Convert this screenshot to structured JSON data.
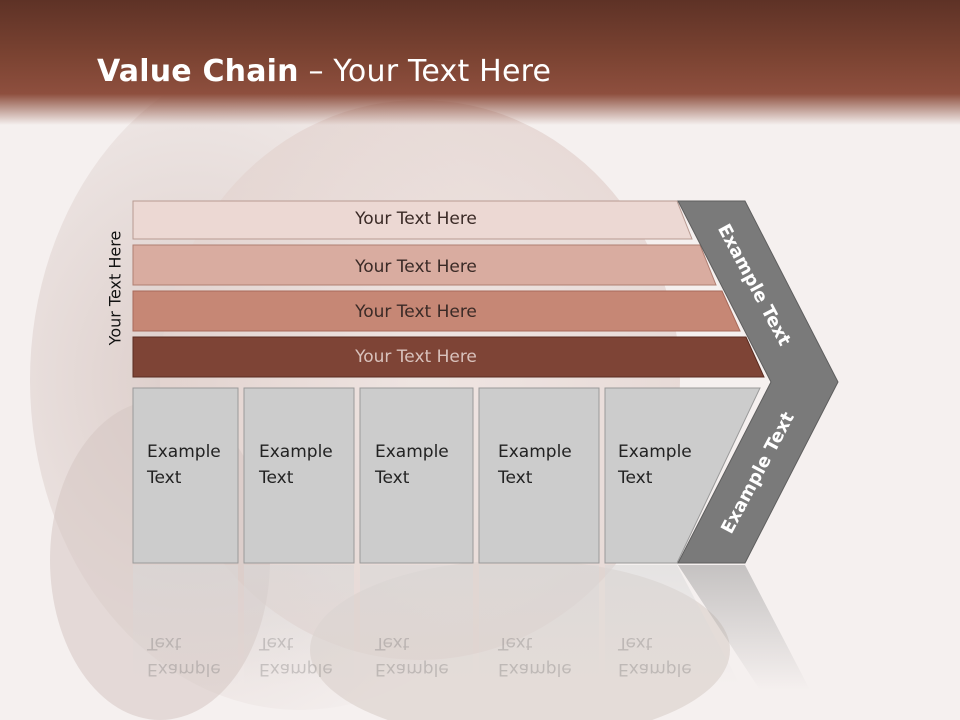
{
  "title": {
    "bold": "Value Chain",
    "rest": " – Your Text Here"
  },
  "side_label": "Your Text Here",
  "bars": [
    {
      "label": "Your Text Here",
      "color": "#ecd8d3"
    },
    {
      "label": "Your Text Here",
      "color": "#d9aca0"
    },
    {
      "label": "Your Text Here",
      "color": "#c68775"
    },
    {
      "label": "Your Text Here",
      "color": "#7e4436"
    }
  ],
  "boxes": [
    {
      "text": "Example\nText"
    },
    {
      "text": "Example\nText"
    },
    {
      "text": "Example\nText"
    },
    {
      "text": "Example\nText"
    },
    {
      "text": "Example\nText"
    }
  ],
  "arrow": {
    "upper": "Example Text",
    "lower": "Example Text",
    "color": "#7a7a7a"
  },
  "colors": {
    "box_fill": "#cccccc",
    "title_bar": "#7b4332"
  }
}
